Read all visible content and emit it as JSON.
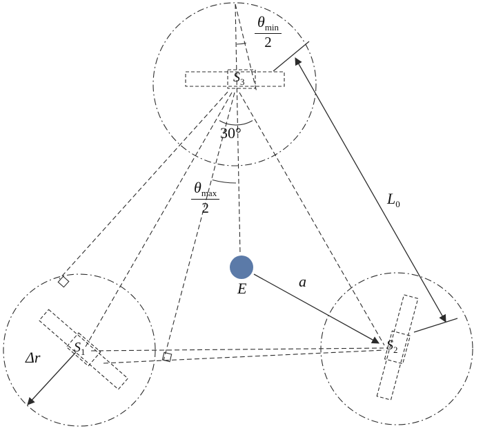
{
  "labels": {
    "s1": {
      "base": "S",
      "sub": "1"
    },
    "s2": {
      "base": "S",
      "sub": "2"
    },
    "s3": {
      "base": "S",
      "sub": "3"
    },
    "earth": "E",
    "a": "a",
    "l0": {
      "base": "L",
      "sub": "0"
    },
    "delta_r": "Δr",
    "angle_30": "30°",
    "theta_min": {
      "symbol": "θ",
      "sub": "min",
      "den": "2"
    },
    "theta_max": {
      "symbol": "θ",
      "sub": "max",
      "den": "2"
    }
  },
  "colors": {
    "earth_fill": "#5b7aa8",
    "line": "#2b2b2b"
  }
}
